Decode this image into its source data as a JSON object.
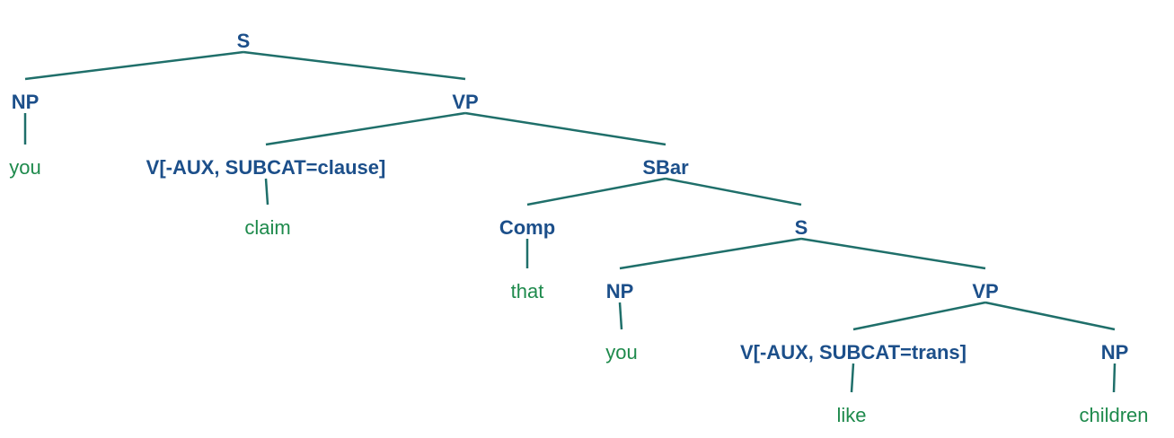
{
  "tree": {
    "nodes": [
      {
        "id": "s1",
        "label": "S",
        "kind": "category"
      },
      {
        "id": "np1",
        "label": "NP",
        "kind": "category"
      },
      {
        "id": "vp1",
        "label": "VP",
        "kind": "category"
      },
      {
        "id": "w_you1",
        "label": "you",
        "kind": "word"
      },
      {
        "id": "v1",
        "label": "V[-AUX, SUBCAT=clause]",
        "kind": "category"
      },
      {
        "id": "sbar",
        "label": "SBar",
        "kind": "category"
      },
      {
        "id": "w_claim",
        "label": "claim",
        "kind": "word"
      },
      {
        "id": "comp",
        "label": "Comp",
        "kind": "category"
      },
      {
        "id": "s2",
        "label": "S",
        "kind": "category"
      },
      {
        "id": "w_that",
        "label": "that",
        "kind": "word"
      },
      {
        "id": "np2",
        "label": "NP",
        "kind": "category"
      },
      {
        "id": "vp2",
        "label": "VP",
        "kind": "category"
      },
      {
        "id": "w_you2",
        "label": "you",
        "kind": "word"
      },
      {
        "id": "v2",
        "label": "V[-AUX, SUBCAT=trans]",
        "kind": "category"
      },
      {
        "id": "np3",
        "label": "NP",
        "kind": "category"
      },
      {
        "id": "w_like",
        "label": "like",
        "kind": "word"
      },
      {
        "id": "w_children",
        "label": "children",
        "kind": "word"
      }
    ],
    "edges": [
      [
        "s1",
        "np1"
      ],
      [
        "s1",
        "vp1"
      ],
      [
        "np1",
        "w_you1"
      ],
      [
        "vp1",
        "v1"
      ],
      [
        "vp1",
        "sbar"
      ],
      [
        "v1",
        "w_claim"
      ],
      [
        "sbar",
        "comp"
      ],
      [
        "sbar",
        "s2"
      ],
      [
        "comp",
        "w_that"
      ],
      [
        "s2",
        "np2"
      ],
      [
        "s2",
        "vp2"
      ],
      [
        "np2",
        "w_you2"
      ],
      [
        "vp2",
        "v2"
      ],
      [
        "vp2",
        "np3"
      ],
      [
        "v2",
        "w_like"
      ],
      [
        "np3",
        "w_children"
      ]
    ]
  },
  "colors": {
    "category": "#1c4f8a",
    "word": "#1e8a4c",
    "edge": "#1f6f6a"
  }
}
